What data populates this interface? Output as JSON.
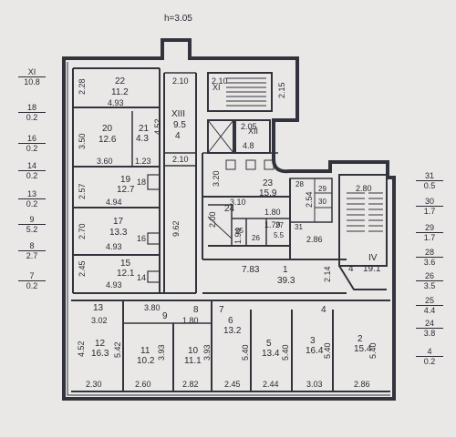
{
  "height_label": "h=3.05",
  "watermark": "",
  "left_legend": [
    {
      "num": "XI",
      "area": "10.8"
    },
    {
      "num": "18",
      "area": "0.2"
    },
    {
      "num": "16",
      "area": "0.2"
    },
    {
      "num": "14",
      "area": "0.2"
    },
    {
      "num": "13",
      "area": "0.2"
    },
    {
      "num": "9",
      "area": "5.2"
    },
    {
      "num": "8",
      "area": "2.7"
    },
    {
      "num": "7",
      "area": "0.2"
    }
  ],
  "right_legend": [
    {
      "num": "31",
      "area": "0.5"
    },
    {
      "num": "30",
      "area": "1.7"
    },
    {
      "num": "29",
      "area": "1.7"
    },
    {
      "num": "28",
      "area": "3.6"
    },
    {
      "num": "26",
      "area": "3.5"
    },
    {
      "num": "25",
      "area": "4.4"
    },
    {
      "num": "24",
      "area": "3.8"
    },
    {
      "num": "4",
      "area": "0.2"
    }
  ],
  "rooms": [
    {
      "id": "22",
      "area": "11.2",
      "dim": "4.93"
    },
    {
      "id": "20",
      "area": "12.6",
      "dim": "3.60"
    },
    {
      "id": "21",
      "area": "4.3",
      "dim": "1.23"
    },
    {
      "id": "19",
      "area": "12.7",
      "dim": "4.94"
    },
    {
      "id": "17",
      "area": "13.3",
      "dim": "4.93"
    },
    {
      "id": "15",
      "area": "12.1",
      "dim": "4.93"
    },
    {
      "id": "XIII",
      "area": "9.5"
    },
    {
      "id": "XII",
      "area": "4.8"
    },
    {
      "id": "23",
      "area": "15.9"
    },
    {
      "id": "1",
      "area": "39.3"
    },
    {
      "id": "IV",
      "area": "19.1"
    },
    {
      "id": "27",
      "area": "5.5"
    },
    {
      "id": "12",
      "area": "16.3"
    },
    {
      "id": "11",
      "area": "10.2"
    },
    {
      "id": "10",
      "area": "11.1"
    },
    {
      "id": "6",
      "area": "13.2"
    },
    {
      "id": "5",
      "area": "13.4"
    },
    {
      "id": "3",
      "area": "16.4"
    },
    {
      "id": "2",
      "area": "15.4"
    }
  ],
  "labels": {
    "room_xi": "XI",
    "r18": "18",
    "r16": "16",
    "r14": "14",
    "r13": "13",
    "r9": "9",
    "r8": "8",
    "r7": "7",
    "r4": "4",
    "r4b": "4",
    "r24": "24",
    "r25": "25",
    "r26": "26",
    "r28": "28",
    "r29": "29",
    "r30": "30",
    "r31": "31",
    "r4c": "4"
  },
  "dims": {
    "d228": "2.28",
    "d350": "3.50",
    "d257": "2.57",
    "d270": "2.70",
    "d245": "2.45",
    "d210a": "2.10",
    "d452": "4.52",
    "d210b": "2.10",
    "d210c": "2.10",
    "d962": "9.62",
    "d215": "2.15",
    "d205": "2.05",
    "d320": "3.20",
    "d310": "3.10",
    "d200": "2.00",
    "d180a": "1.80",
    "d179": "1.79",
    "d254": "2.54",
    "d286a": "2.86",
    "d214": "2.14",
    "d280": "2.80",
    "d783": "7.83",
    "d380": "3.80",
    "d180b": "1.80",
    "d302": "3.02",
    "d452b": "4.52",
    "d542": "5.42",
    "d393a": "3.93",
    "d393b": "3.93",
    "d540a": "5.40",
    "d540b": "5.40",
    "d540c": "5.40",
    "d540d": "5.40",
    "d230": "2.30",
    "d260": "2.60",
    "d282": "2.82",
    "d245b": "2.45",
    "d244": "2.44",
    "d303": "3.03",
    "d286b": "2.86",
    "d194": "1.94"
  }
}
